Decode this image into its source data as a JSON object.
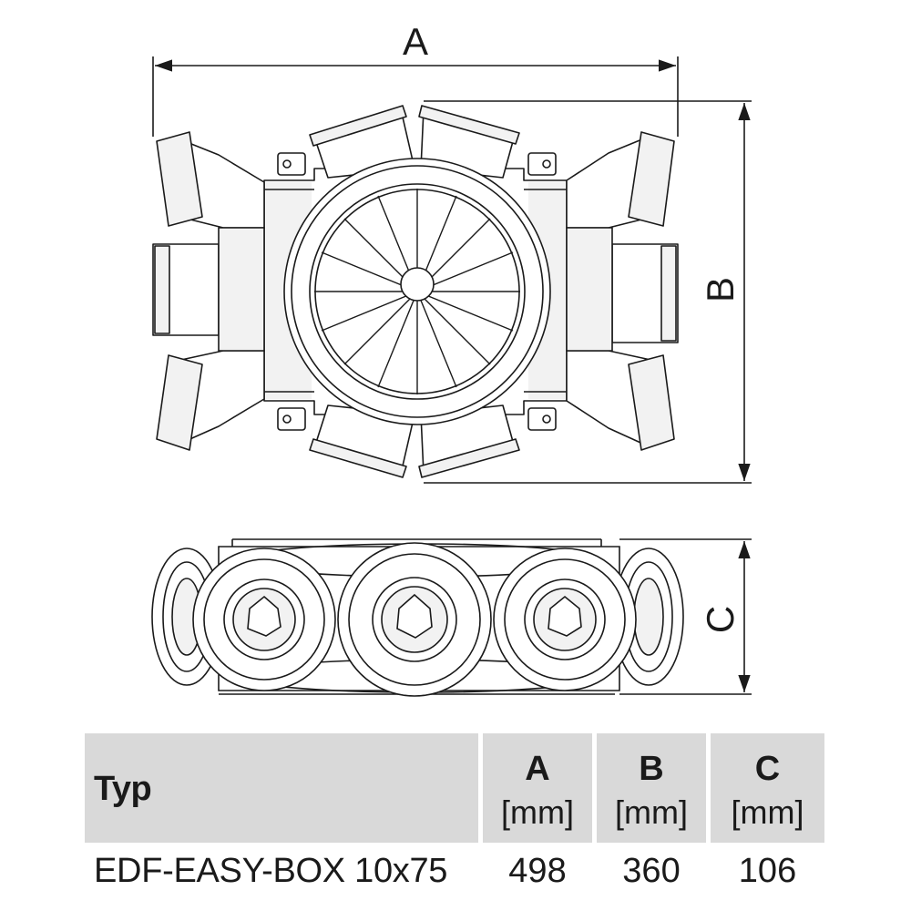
{
  "dimension_labels": {
    "a": "A",
    "b": "B",
    "c": "C"
  },
  "table": {
    "type_header": "Typ",
    "columns": [
      {
        "letter": "A",
        "unit": "[mm]"
      },
      {
        "letter": "B",
        "unit": "[mm]"
      },
      {
        "letter": "C",
        "unit": "[mm]"
      }
    ],
    "rows": [
      {
        "type": "EDF-EASY-BOX 10x75",
        "a": "498",
        "b": "360",
        "c": "106"
      }
    ]
  },
  "colors": {
    "line": "#1a1a1a",
    "header_bg": "#d9d9d9",
    "fill_light": "#f2f2f2"
  }
}
